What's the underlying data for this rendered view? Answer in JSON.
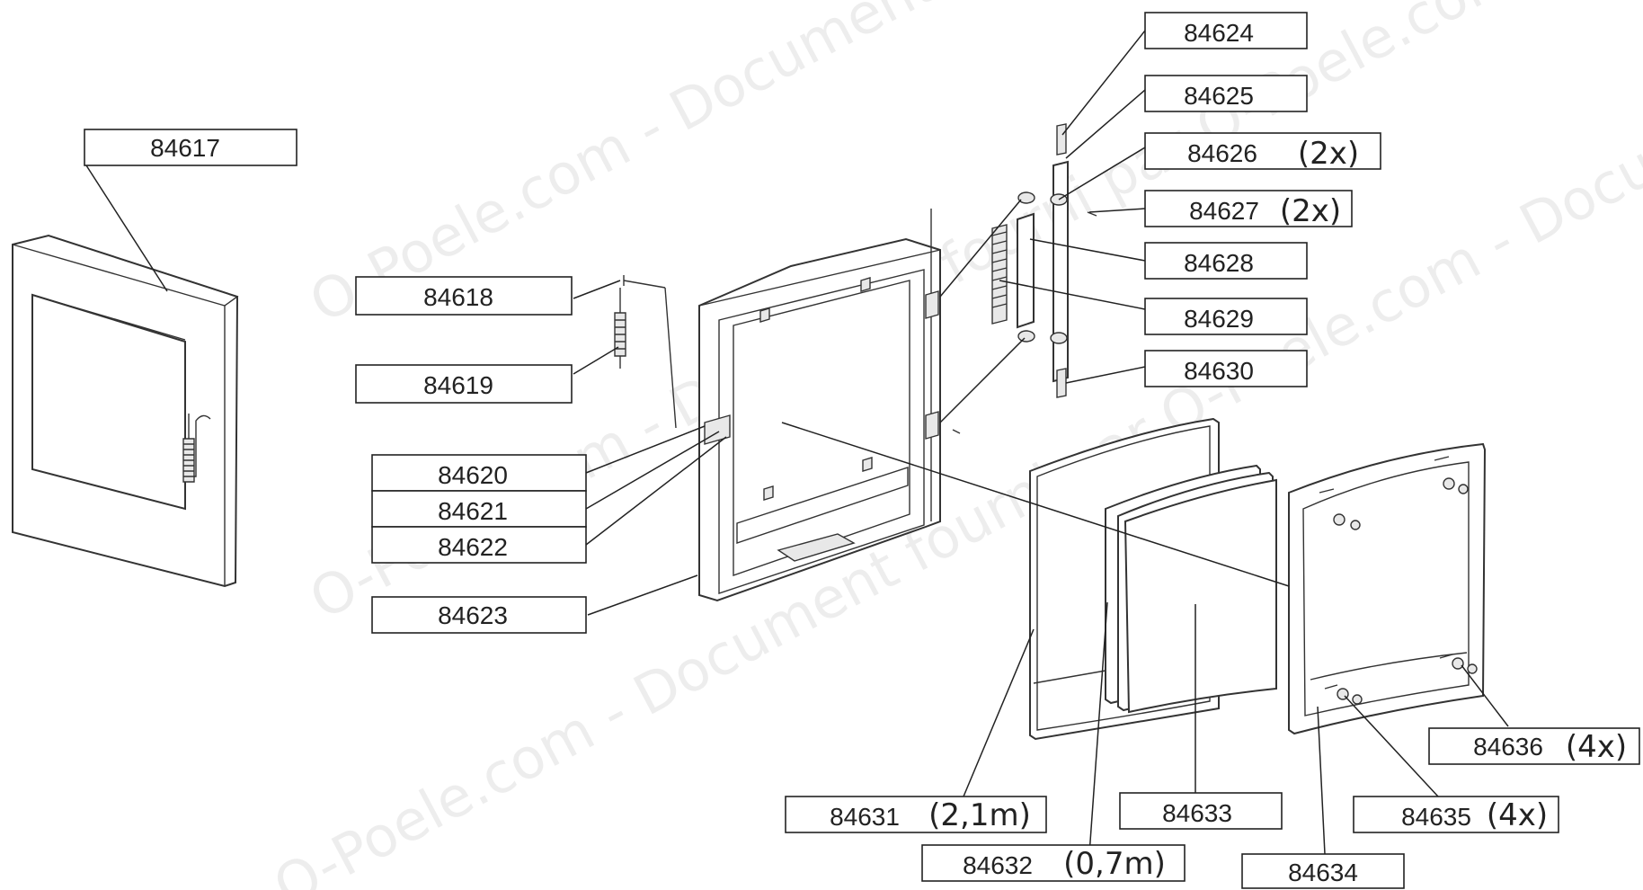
{
  "watermark": "O-Poele.com - Document fourni par O-Poele.com - Document fourni par O-Poele.com - Document fourni par",
  "labels": [
    {
      "id": "84617",
      "qty": ""
    },
    {
      "id": "84618",
      "qty": ""
    },
    {
      "id": "84619",
      "qty": ""
    },
    {
      "id": "84620",
      "qty": ""
    },
    {
      "id": "84621",
      "qty": ""
    },
    {
      "id": "84622",
      "qty": ""
    },
    {
      "id": "84623",
      "qty": ""
    },
    {
      "id": "84624",
      "qty": ""
    },
    {
      "id": "84625",
      "qty": ""
    },
    {
      "id": "84626",
      "qty": "(2x)"
    },
    {
      "id": "84627",
      "qty": "(2x)"
    },
    {
      "id": "84628",
      "qty": ""
    },
    {
      "id": "84629",
      "qty": ""
    },
    {
      "id": "84630",
      "qty": ""
    },
    {
      "id": "84631",
      "qty": "(2,1m)"
    },
    {
      "id": "84632",
      "qty": "(0,7m)"
    },
    {
      "id": "84633",
      "qty": ""
    },
    {
      "id": "84634",
      "qty": ""
    },
    {
      "id": "84635",
      "qty": "(4x)"
    },
    {
      "id": "84636",
      "qty": "(4x)"
    }
  ]
}
